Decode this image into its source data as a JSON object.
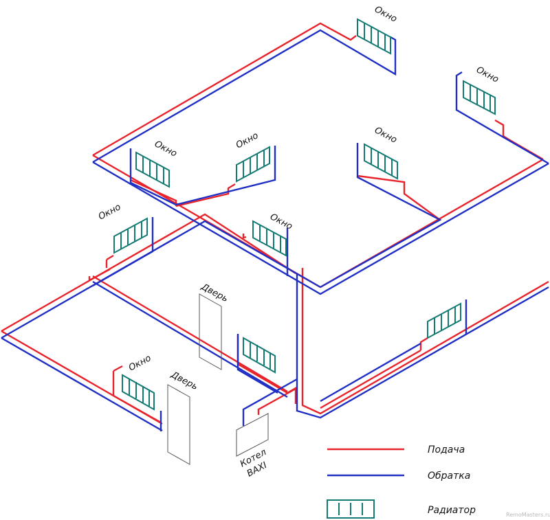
{
  "colors": {
    "supply": "#e8232b",
    "return": "#1f2fc4",
    "radiator": "#127a72",
    "outline": "#555555",
    "background": "#ffffff"
  },
  "labels": {
    "window": "Окно",
    "door": "Дверь",
    "boiler_line1": "Котел",
    "boiler_line2": "BAXI"
  },
  "legend": {
    "supply": "Подача",
    "return": "Обратка",
    "radiator": "Радиатор"
  },
  "watermark": "RemoMasters.ru"
}
